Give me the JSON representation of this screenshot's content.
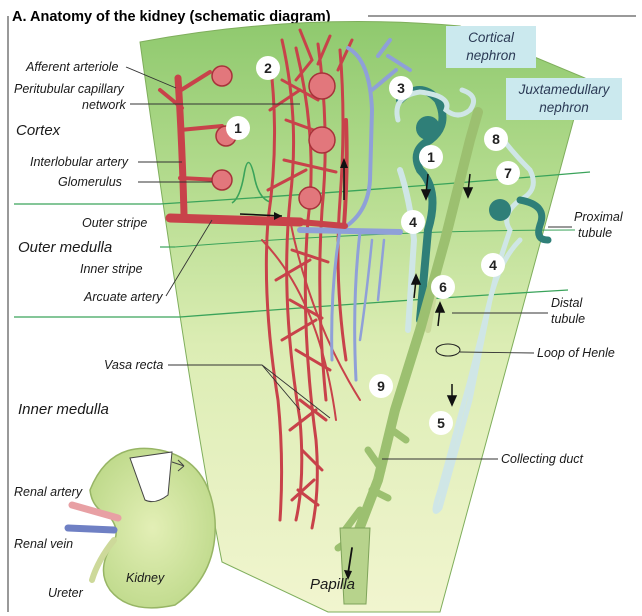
{
  "title": "A.  Anatomy of the kidney (schematic diagram)",
  "colors": {
    "cortex_green": "#9cd07a",
    "medulla_yellow": "#eef3c6",
    "artery_red": "#c8424a",
    "artery_fill": "#d9646a",
    "vein_blue": "#8fa0d8",
    "nephron_teal": "#2f7f78",
    "nephron_light": "#cfe6e6",
    "collecting_green": "#9cc070",
    "box_fill": "#cbe9ee"
  },
  "nephron_boxes": {
    "cortical": [
      "Cortical",
      "nephron"
    ],
    "juxtamedullary": [
      "Juxtamedullary",
      "nephron"
    ]
  },
  "regions": {
    "cortex": "Cortex",
    "outer_medulla": "Outer medulla",
    "inner_medulla": "Inner medulla"
  },
  "labels": {
    "afferent_arteriole": "Afferent arteriole",
    "peritubular_line1": "Peritubular capillary",
    "peritubular_line2": "network",
    "interlobular_artery": "Interlobular artery",
    "glomerulus": "Glomerulus",
    "outer_stripe": "Outer stripe",
    "inner_stripe": "Inner stripe",
    "arcuate_artery": "Arcuate artery",
    "vasa_recta": "Vasa recta",
    "proximal_line1": "Proximal",
    "proximal_line2": "tubule",
    "distal_line1": "Distal",
    "distal_line2": "tubule",
    "loop_of_henle": "Loop of Henle",
    "collecting_duct": "Collecting duct",
    "papilla": "Papilla",
    "renal_artery": "Renal artery",
    "renal_vein": "Renal vein",
    "ureter": "Ureter",
    "kidney": "Kidney"
  },
  "numbers": {
    "n1a": "1",
    "n2": "2",
    "n3": "3",
    "n1b": "1",
    "n4a": "4",
    "n8": "8",
    "n7": "7",
    "n4b": "4",
    "n6": "6",
    "n9": "9",
    "n5": "5"
  }
}
